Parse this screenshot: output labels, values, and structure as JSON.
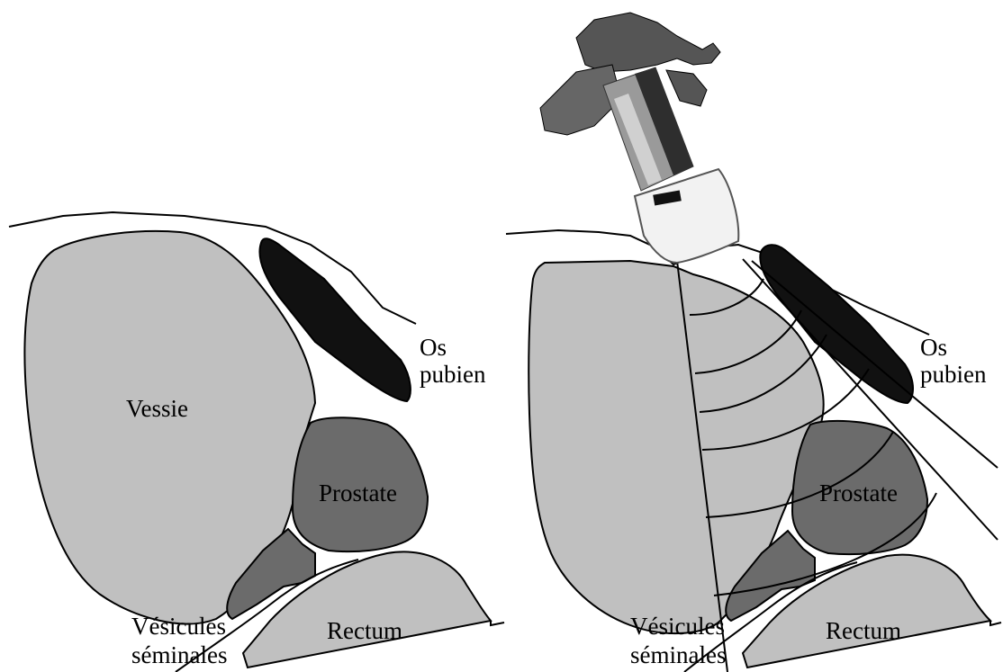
{
  "labels": {
    "bladder": "Vessie",
    "pubic_bone_line1": "Os",
    "pubic_bone_line2": "pubien",
    "prostate": "Prostate",
    "seminal_line1": "Vésicules",
    "seminal_line2": "séminales",
    "rectum": "Rectum"
  },
  "colors": {
    "bladder": "#c0c0c0",
    "prostate": "#6b6b6b",
    "seminal_vesicles": "#6b6b6b",
    "rectum": "#c0c0c0",
    "pubic_bone": "#111111",
    "probe_body": "#9a9a9a",
    "probe_head": "#f2f2f2"
  },
  "icons": {
    "probe": "ultrasound-probe"
  }
}
